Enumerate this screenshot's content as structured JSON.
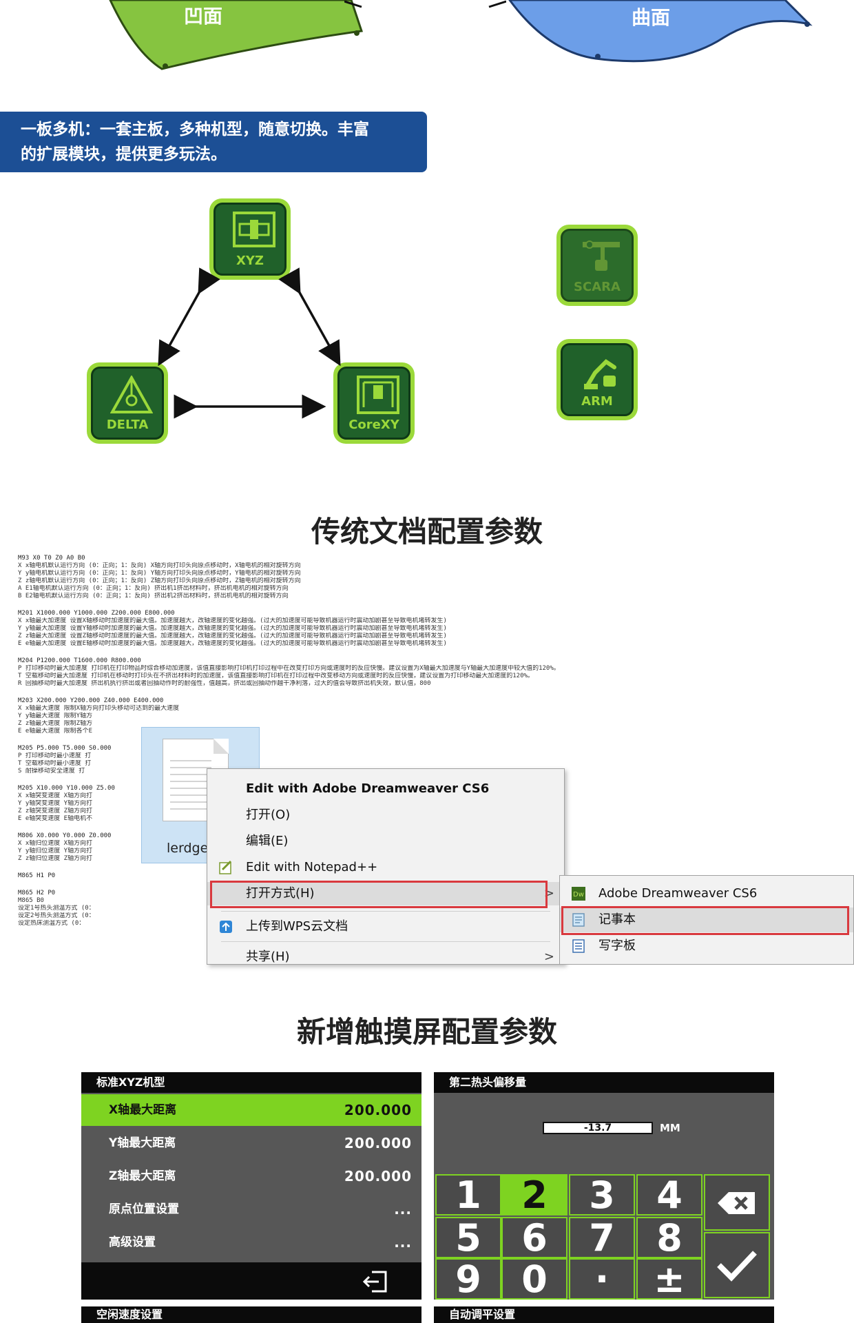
{
  "surfaces": {
    "concave": "凹面",
    "curved": "曲面"
  },
  "banner": {
    "line1": "一板多机：一套主板，多种机型，随意切换。丰富",
    "line2": "的扩展模块，提供更多玩法。"
  },
  "machines": {
    "xyz": "XYZ",
    "delta": "DELTA",
    "corexy": "CoreXY",
    "scara": "SCARA",
    "arm": "ARM"
  },
  "headings": {
    "traditional": "传统文档配置参数",
    "touchscreen": "新增触摸屏配置参数"
  },
  "config_text": [
    {
      "header": "M93 X0 T0 Z0 A0 B0",
      "lines": [
        "X  x轴电机默认运行方向 (0：正向；1：反向) X轴方向打印头向原点移动时，X轴电机的相对旋转方向",
        "Y  y轴电机默认运行方向 (0：正向；1：反向) Y轴方向打印头向原点移动时，Y轴电机的相对旋转方向",
        "Z  z轴电机默认运行方向 (0：正向；1：反向) Z轴方向打印头向原点移动时，Z轴电机的相对旋转方向",
        "A  E1轴电机默认运行方向 (0：正向；1：反向) 挤出机1挤出材料时，挤出机电机的相对旋转方向",
        "B  E2轴电机默认运行方向 (0：正向；1：反向) 挤出机2挤出材料时，挤出机电机的相对旋转方向"
      ]
    },
    {
      "header": "M201 X1000.000 Y1000.000 Z200.000 E800.000",
      "lines": [
        "X  x轴最大加速度 设置X轴移动时加速度的最大值。加速度越大，改轴速度的变化越强。(过大的加速度可能导致机器运行时震动加剧甚至导致电机堵转发生)",
        "Y  y轴最大加速度 设置Y轴移动时加速度的最大值。加速度越大，改轴速度的变化越强。(过大的加速度可能导致机器运行时震动加剧甚至导致电机堵转发生)",
        "Z  z轴最大加速度 设置Z轴移动时加速度的最大值。加速度越大，改轴速度的变化越强。(过大的加速度可能导致机器运行时震动加剧甚至导致电机堵转发生)",
        "E  e轴最大加速度 设置E轴移动时加速度的最大值。加速度越大，改轴速度的变化越强。(过大的加速度可能导致机器运行时震动加剧甚至导致电机堵转发生)"
      ]
    },
    {
      "header": "M204 P1200.000 T1600.000 R800.000",
      "lines": [
        "P  打印移动时最大加速度  打印机在打印物品时综合移动加速度，该值直接影响打印机打印过程中在改变打印方向或速度时的反应快慢。建议设置为X轴最大加速度与Y轴最大加速度中较大值的120%。",
        "T  空载移动时最大加速度  打印机在移动时打印头在不挤出材料时的加速度，该值直接影响打印机在打印过程中改变移动方向或速度时的反应快慢，建议设置为打印移动最大加速度的120%。",
        "R  回抽移动时最大加速度  挤出机执行挤出或者回抽动作时的耐强性，值越高，挤出或回抽动作越干净利落，过大的值会导致挤出机失效，默认值，800"
      ]
    },
    {
      "header": "M203 X200.000 Y200.000 Z40.000 E400.000",
      "lines": [
        "X  x轴最大速度  限制X轴方向打印头移动可达到的最大速度",
        "Y  y轴最大速度  限制Y轴方",
        "Z  z轴最大速度  限制Z轴方",
        "E  e轴最大速度  限制各个E"
      ]
    },
    {
      "header": "M205 P5.000 T5.000 S0.000",
      "lines": [
        "P  打印移动时最小速度  打",
        "T  空载移动时最小速度  打",
        "S  耐操移动安全速度    打"
      ]
    },
    {
      "header": "M205 X10.000 Y10.000 Z5.00",
      "lines": [
        "X  x轴突变速度  X轴方向打",
        "Y  y轴突变速度  Y轴方向打",
        "Z  z轴突变速度  Z轴方向打",
        "E  e轴突变速度  E轴电机不"
      ]
    },
    {
      "header": "M806 X0.000 Y0.000 Z0.000",
      "lines": [
        "X  x轴归位速度  X轴方向打",
        "Y  y轴归位速度  Y轴方向打",
        "Z  z轴归位速度  Z轴方向打"
      ]
    },
    {
      "header": "M865 H1 P0",
      "lines": []
    },
    {
      "header": "M865 H2 P0",
      "lines": [
        "M865 B0",
        "设定1号热头测温方式  (0：",
        "设定2号热头测温方式  (0：",
        "设定热床测温方式    (0："
      ]
    }
  ],
  "file": {
    "name": "lerdge"
  },
  "context_menu": {
    "items": [
      "Edit with Adobe Dreamweaver CS6",
      "打开(O)",
      "编辑(E)",
      "Edit with Notepad++",
      "打开方式(H)",
      "上传到WPS云文档",
      "共享(H)"
    ],
    "arrow": ">"
  },
  "open_with_menu": {
    "items": [
      "Adobe Dreamweaver CS6",
      "记事本",
      "写字板"
    ]
  },
  "panel_xyz": {
    "title": "标准XYZ机型",
    "rows": [
      {
        "label": "X轴最大距离",
        "value": "200.000"
      },
      {
        "label": "Y轴最大距离",
        "value": "200.000"
      },
      {
        "label": "Z轴最大距离",
        "value": "200.000"
      },
      {
        "label": "原点位置设置",
        "value": "..."
      },
      {
        "label": "高级设置",
        "value": "..."
      }
    ]
  },
  "panel_offset": {
    "title": "第二热头偏移量",
    "value": "-13.7",
    "unit": "MM",
    "keys": [
      "1",
      "2",
      "3",
      "4",
      "5",
      "6",
      "7",
      "8",
      "9",
      "0",
      "·",
      "±"
    ]
  },
  "bottom_titles": {
    "left": "空闲速度设置",
    "right": "自动调平设置"
  },
  "colors": {
    "accent_green": "#7ed321",
    "banner_blue": "#1c4f95",
    "highlight_red": "#d9393e",
    "panel_gray": "#575757"
  }
}
